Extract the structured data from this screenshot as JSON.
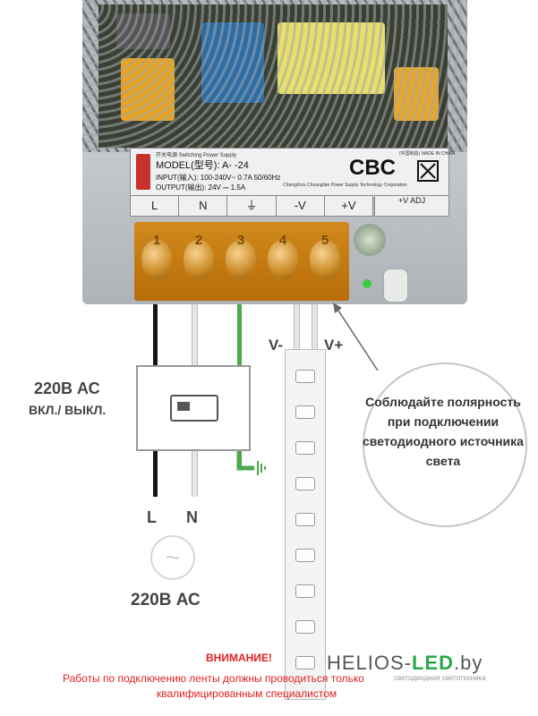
{
  "psu": {
    "model_line": "MODEL(型号): A-        -24",
    "input_line": "INPUT(输入): 100-240V~  0.7A  50/60Hz",
    "output_line": "OUTPUT(输出): 24V  ⎓  1.5A",
    "header_small": "开关电源 Switching Power Supply",
    "maker": "Changzhou Chuanglian Power Supply Technology Corporation",
    "made_in": "(中国制造) MADE IN CHINA",
    "cert": "CBC",
    "terminals": [
      "L",
      "N",
      "⏚",
      "-V",
      "+V"
    ],
    "adj_label": "+V ADJ",
    "screw_numbers": [
      "1",
      "2",
      "3",
      "4",
      "5"
    ]
  },
  "diagram": {
    "switch_title": "220В АС",
    "switch_sub": "ВКЛ./ ВЫКЛ.",
    "strip_minus": "V-",
    "strip_plus": "V+",
    "wire_l": "L",
    "wire_n": "N",
    "ac_symbol": "~",
    "ac_label": "220В АС",
    "callout": "Соблюдайте полярность при подключении светодиодного источника света"
  },
  "footer": {
    "warning_title": "ВНИМАНИЕ!",
    "warning_text_1": "Работы по подключению ленты должны проводиться только",
    "warning_text_2": "квалифицированным специалистом",
    "brand": "HELIOS-",
    "brand_accent": "LED",
    "brand_suffix": ".by",
    "brand_tagline": "светодиодная светотехника"
  },
  "colors": {
    "warning_red": "#e02020",
    "brand_green": "#2aa84a",
    "wire_black": "#151515",
    "wire_green": "#4da84d",
    "wire_white": "#e6e6e6"
  }
}
